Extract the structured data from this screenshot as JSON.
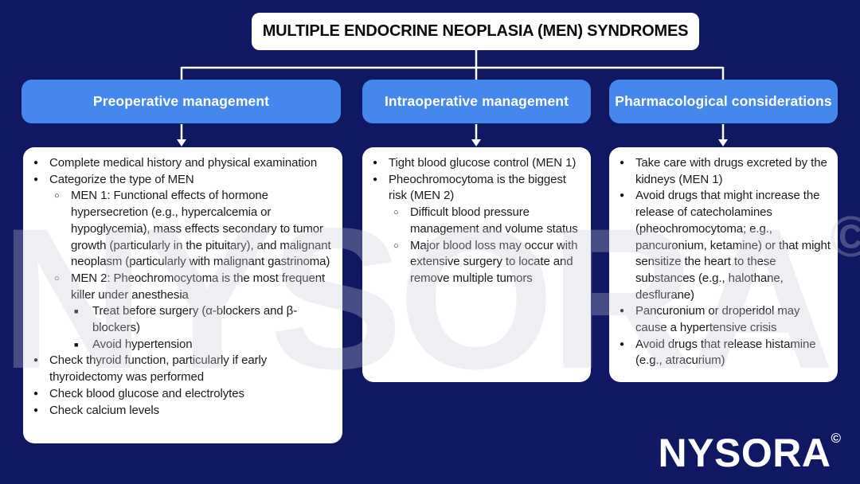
{
  "title": "MULTIPLE ENDOCRINE NEOPLASIA (MEN) SYNDROMES",
  "watermark": {
    "text": "NYSORA",
    "copyright": "©"
  },
  "logo": {
    "text": "NYSORA",
    "copyright": "©"
  },
  "colors": {
    "background": "#101863",
    "header_blue": "#4687ee",
    "box_white": "#ffffff",
    "body_text": "#1b1b1b",
    "connector": "#ffffff"
  },
  "columns": [
    {
      "header": "Preoperative management",
      "items": [
        {
          "level": 1,
          "text": "Complete medical history and physical examination"
        },
        {
          "level": 1,
          "text": "Categorize the type of MEN"
        },
        {
          "level": 2,
          "text": "MEN 1: Functional effects of hormone hypersecretion (e.g., hypercalcemia or hypoglycemia), mass effects secondary to tumor growth (particularly in the pituitary), and malignant neoplasm (particularly with malignant gastrinoma)"
        },
        {
          "level": 2,
          "text": "MEN 2: Pheochromocytoma is the most frequent killer under anesthesia"
        },
        {
          "level": 3,
          "text": "Treat before surgery (α-blockers and β-blockers)"
        },
        {
          "level": 3,
          "text": "Avoid hypertension"
        },
        {
          "level": 1,
          "text": "Check thyroid function, particularly if early thyroidectomy was performed"
        },
        {
          "level": 1,
          "text": "Check blood glucose and electrolytes"
        },
        {
          "level": 1,
          "text": "Check calcium levels"
        }
      ]
    },
    {
      "header": "Intraoperative management",
      "items": [
        {
          "level": 1,
          "text": "Tight blood glucose control (MEN 1)"
        },
        {
          "level": 1,
          "text": "Pheochromocytoma is the biggest risk (MEN 2)"
        },
        {
          "level": 2,
          "text": "Difficult blood pressure management and volume status"
        },
        {
          "level": 2,
          "text": "Major blood loss may occur with extensive surgery to locate and remove multiple tumors"
        }
      ]
    },
    {
      "header": "Pharmacological considerations",
      "items": [
        {
          "level": 1,
          "text": "Take care with drugs excreted by the kidneys (MEN 1)"
        },
        {
          "level": 1,
          "text": "Avoid drugs that might increase the release of catecholamines (pheochromocytoma; e.g., pancuronium, ketamine) or that might sensitize the heart to these substances (e.g., halothane, desflurane)"
        },
        {
          "level": 1,
          "text": "Pancuronium or droperidol may cause a hypertensive crisis"
        },
        {
          "level": 1,
          "text": "Avoid drugs that release histamine (e.g., atracurium)"
        }
      ]
    }
  ]
}
